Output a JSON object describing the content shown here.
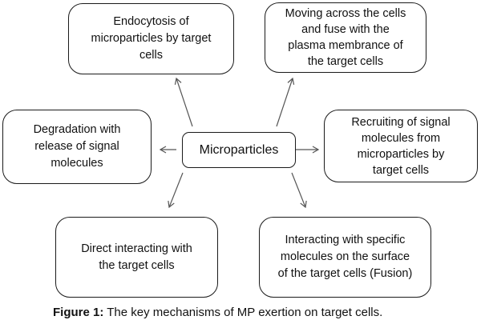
{
  "diagram": {
    "center": {
      "label": "Microparticles"
    },
    "nodes": [
      {
        "id": "endocytosis",
        "lines": [
          "Endocytosis of",
          "microparticles by target",
          "cells"
        ]
      },
      {
        "id": "moving-fuse",
        "lines": [
          "Moving across the cells",
          "and fuse with the",
          "plasma membrance of",
          "the target cells"
        ]
      },
      {
        "id": "degradation",
        "lines": [
          "Degradation with",
          "release of signal",
          "molecules"
        ]
      },
      {
        "id": "recruiting",
        "lines": [
          "Recruiting of signal",
          "molecules from",
          "microparticles by",
          "target cells"
        ]
      },
      {
        "id": "direct-interacting",
        "lines": [
          "Direct interacting with",
          "the target cells"
        ]
      },
      {
        "id": "specific-interacting",
        "lines": [
          "Interacting with specific",
          "molecules on the surface",
          "of the target cells (Fusion)"
        ]
      }
    ],
    "edges": [
      {
        "from": "center",
        "to": "endocytosis"
      },
      {
        "from": "center",
        "to": "moving-fuse"
      },
      {
        "from": "center",
        "to": "degradation"
      },
      {
        "from": "center",
        "to": "recruiting"
      },
      {
        "from": "center",
        "to": "direct-interacting"
      },
      {
        "from": "center",
        "to": "specific-interacting"
      }
    ],
    "colors": {
      "stroke": "#1a1a1a",
      "arrow": "#555555"
    }
  },
  "caption": {
    "label": "Figure 1:",
    "text": " The key mechanisms of MP exertion on target cells."
  }
}
